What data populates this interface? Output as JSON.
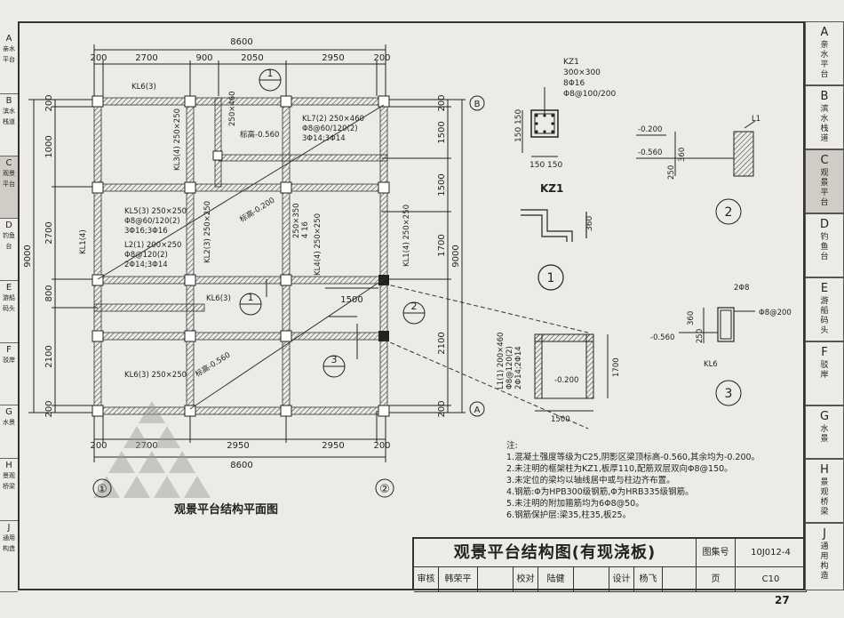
{
  "left_tabs": [
    {
      "letter": "A",
      "name": "亲水平台"
    },
    {
      "letter": "B",
      "name": "滨水栈道"
    },
    {
      "letter": "C",
      "name": "观景平台"
    },
    {
      "letter": "D",
      "name": "钓鱼台"
    },
    {
      "letter": "E",
      "name": "游船码头"
    },
    {
      "letter": "F",
      "name": "驳岸"
    },
    {
      "letter": "G",
      "name": "水景"
    },
    {
      "letter": "H",
      "name": "景观桥梁"
    },
    {
      "letter": "J",
      "name": "通用构造"
    }
  ],
  "right_tabs": [
    {
      "letter": "A",
      "name": "亲水平台"
    },
    {
      "letter": "B",
      "name": "滨水栈道"
    },
    {
      "letter": "C",
      "name": "观景平台",
      "active": true
    },
    {
      "letter": "D",
      "name": "钓鱼台"
    },
    {
      "letter": "E",
      "name": "游船码头"
    },
    {
      "letter": "F",
      "name": "驳岸"
    },
    {
      "letter": "G",
      "name": "水景"
    },
    {
      "letter": "H",
      "name": "景观桥梁"
    },
    {
      "letter": "J",
      "name": "通用构造"
    }
  ],
  "plan": {
    "top_total": "8600",
    "top_dims": [
      "200",
      "2700",
      "900",
      "2050",
      "2950",
      "200"
    ],
    "bottom_dims": [
      "200",
      "2700",
      "2950",
      "2950",
      "200"
    ],
    "bottom_total": "8600",
    "left_total": "9000",
    "left_dims": [
      "200",
      "1000",
      "2700",
      "800",
      "2100",
      "200"
    ],
    "right_dims": [
      "200",
      "1500",
      "1500",
      "1700",
      "2100",
      "200"
    ],
    "right_total": "9000",
    "inner_dim": "1500",
    "axis_labels": [
      "A",
      "B",
      "①",
      "②"
    ],
    "beams": [
      "KL6(3)",
      "KL7(2) 250×460",
      "Φ8@60/120(2)",
      "3Φ14;3Φ14",
      "KL3(4) 250×250",
      "KL5(3) 250×250",
      "Φ8@60/120(2)",
      "3Φ16;3Φ16",
      "L2(1) 200×250",
      "Φ8@120(2)",
      "2Φ14;3Φ14",
      "KL1(4)",
      "KL2(3) 250×250",
      "250×350",
      "4 16",
      "KL4(4) 250×250",
      "KL1(4) 250×250",
      "KL6(3)",
      "KL6(3) 250×250",
      "250×460",
      "标高-0.560",
      "标高-0.200",
      "标高-0.560"
    ],
    "section_marks": [
      "1",
      "2",
      "3"
    ],
    "caption": "观景平台结构平面图"
  },
  "kz1": {
    "name": "KZ1",
    "size": "300×300",
    "bars": "8Φ16",
    "stirrup": "Φ8@100/200",
    "dims": [
      "150",
      "150",
      "150",
      "150"
    ]
  },
  "details": {
    "d2": {
      "elev1": "-0.200",
      "elev2": "-0.560",
      "dims": [
        "250",
        "360"
      ],
      "l1": "L1",
      "mark": "2"
    },
    "d1": {
      "dim": "360",
      "mark": "1"
    },
    "d3": {
      "top": "2Φ8",
      "stirrup": "Φ8@200",
      "elev": "-0.560",
      "dims": [
        "250",
        "360"
      ],
      "kl6": "KL6",
      "mark": "3"
    },
    "l1": {
      "label": "L1(1) 200×460",
      "stirrup": "Φ8@120(2)",
      "bars": "2Φ14;2Φ14",
      "dim_v": "1700",
      "dim_h": "1500",
      "elev": "-0.200"
    }
  },
  "notes": {
    "heading": "注:",
    "lines": [
      "1.混凝土强度等级为C25,阴影区梁顶标高-0.560,其余均为-0.200。",
      "2.未注明的框架柱为KZ1,板厚110,配筋双层双向Φ8@150。",
      "3.未定位的梁均以轴线居中或与柱边齐布置。",
      "4.钢筋:Φ为HPB300级钢筋,Φ为HRB335级钢筋。",
      "5.未注明的附加箍筋均为6Φ8@50。",
      "6.钢筋保护层:梁35,柱35,板25。"
    ]
  },
  "title_block": {
    "title": "观景平台结构图(有现浇板)",
    "atlas_label": "图集号",
    "atlas_no": "10J012-4",
    "review_label": "审核",
    "reviewer": "韩荣平",
    "check_label": "校对",
    "checker": "陆健",
    "design_label": "设计",
    "designer": "杨飞",
    "page_label": "页",
    "page_no": "C10"
  },
  "page_number": "27"
}
